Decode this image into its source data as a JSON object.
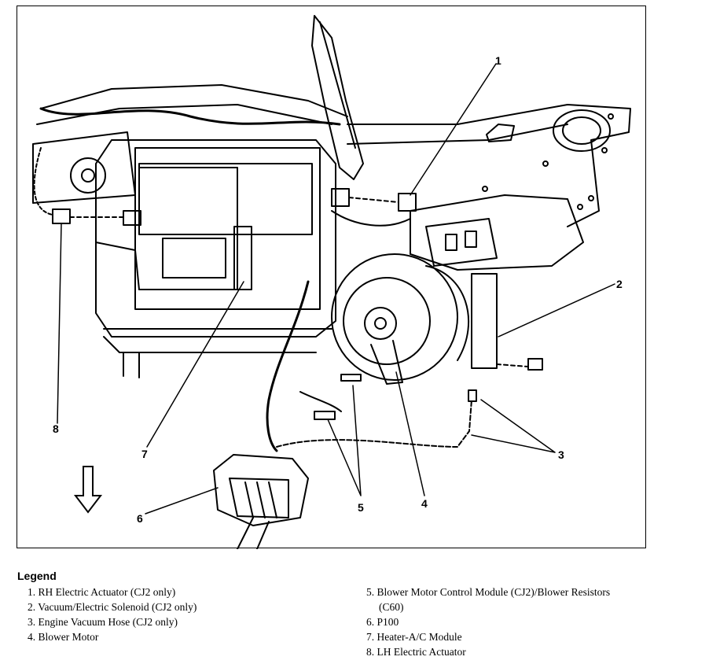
{
  "callouts": {
    "c1": "1",
    "c2": "2",
    "c3": "3",
    "c4": "4",
    "c5": "5",
    "c6": "6",
    "c7": "7",
    "c8": "8"
  },
  "legend": {
    "title": "Legend",
    "items": [
      "1. RH Electric Actuator (CJ2 only)",
      "2. Vacuum/Electric Solenoid (CJ2 only)",
      "3. Engine Vacuum Hose (CJ2 only)",
      "4. Blower Motor",
      "5. Blower Motor Control Module (CJ2)/Blower Resistors",
      "(C60)",
      "6. P100",
      "7. Heater-A/C Module",
      "8. LH Electric Actuator"
    ]
  },
  "icons": {
    "direction_arrow": "down-arrow-icon"
  }
}
